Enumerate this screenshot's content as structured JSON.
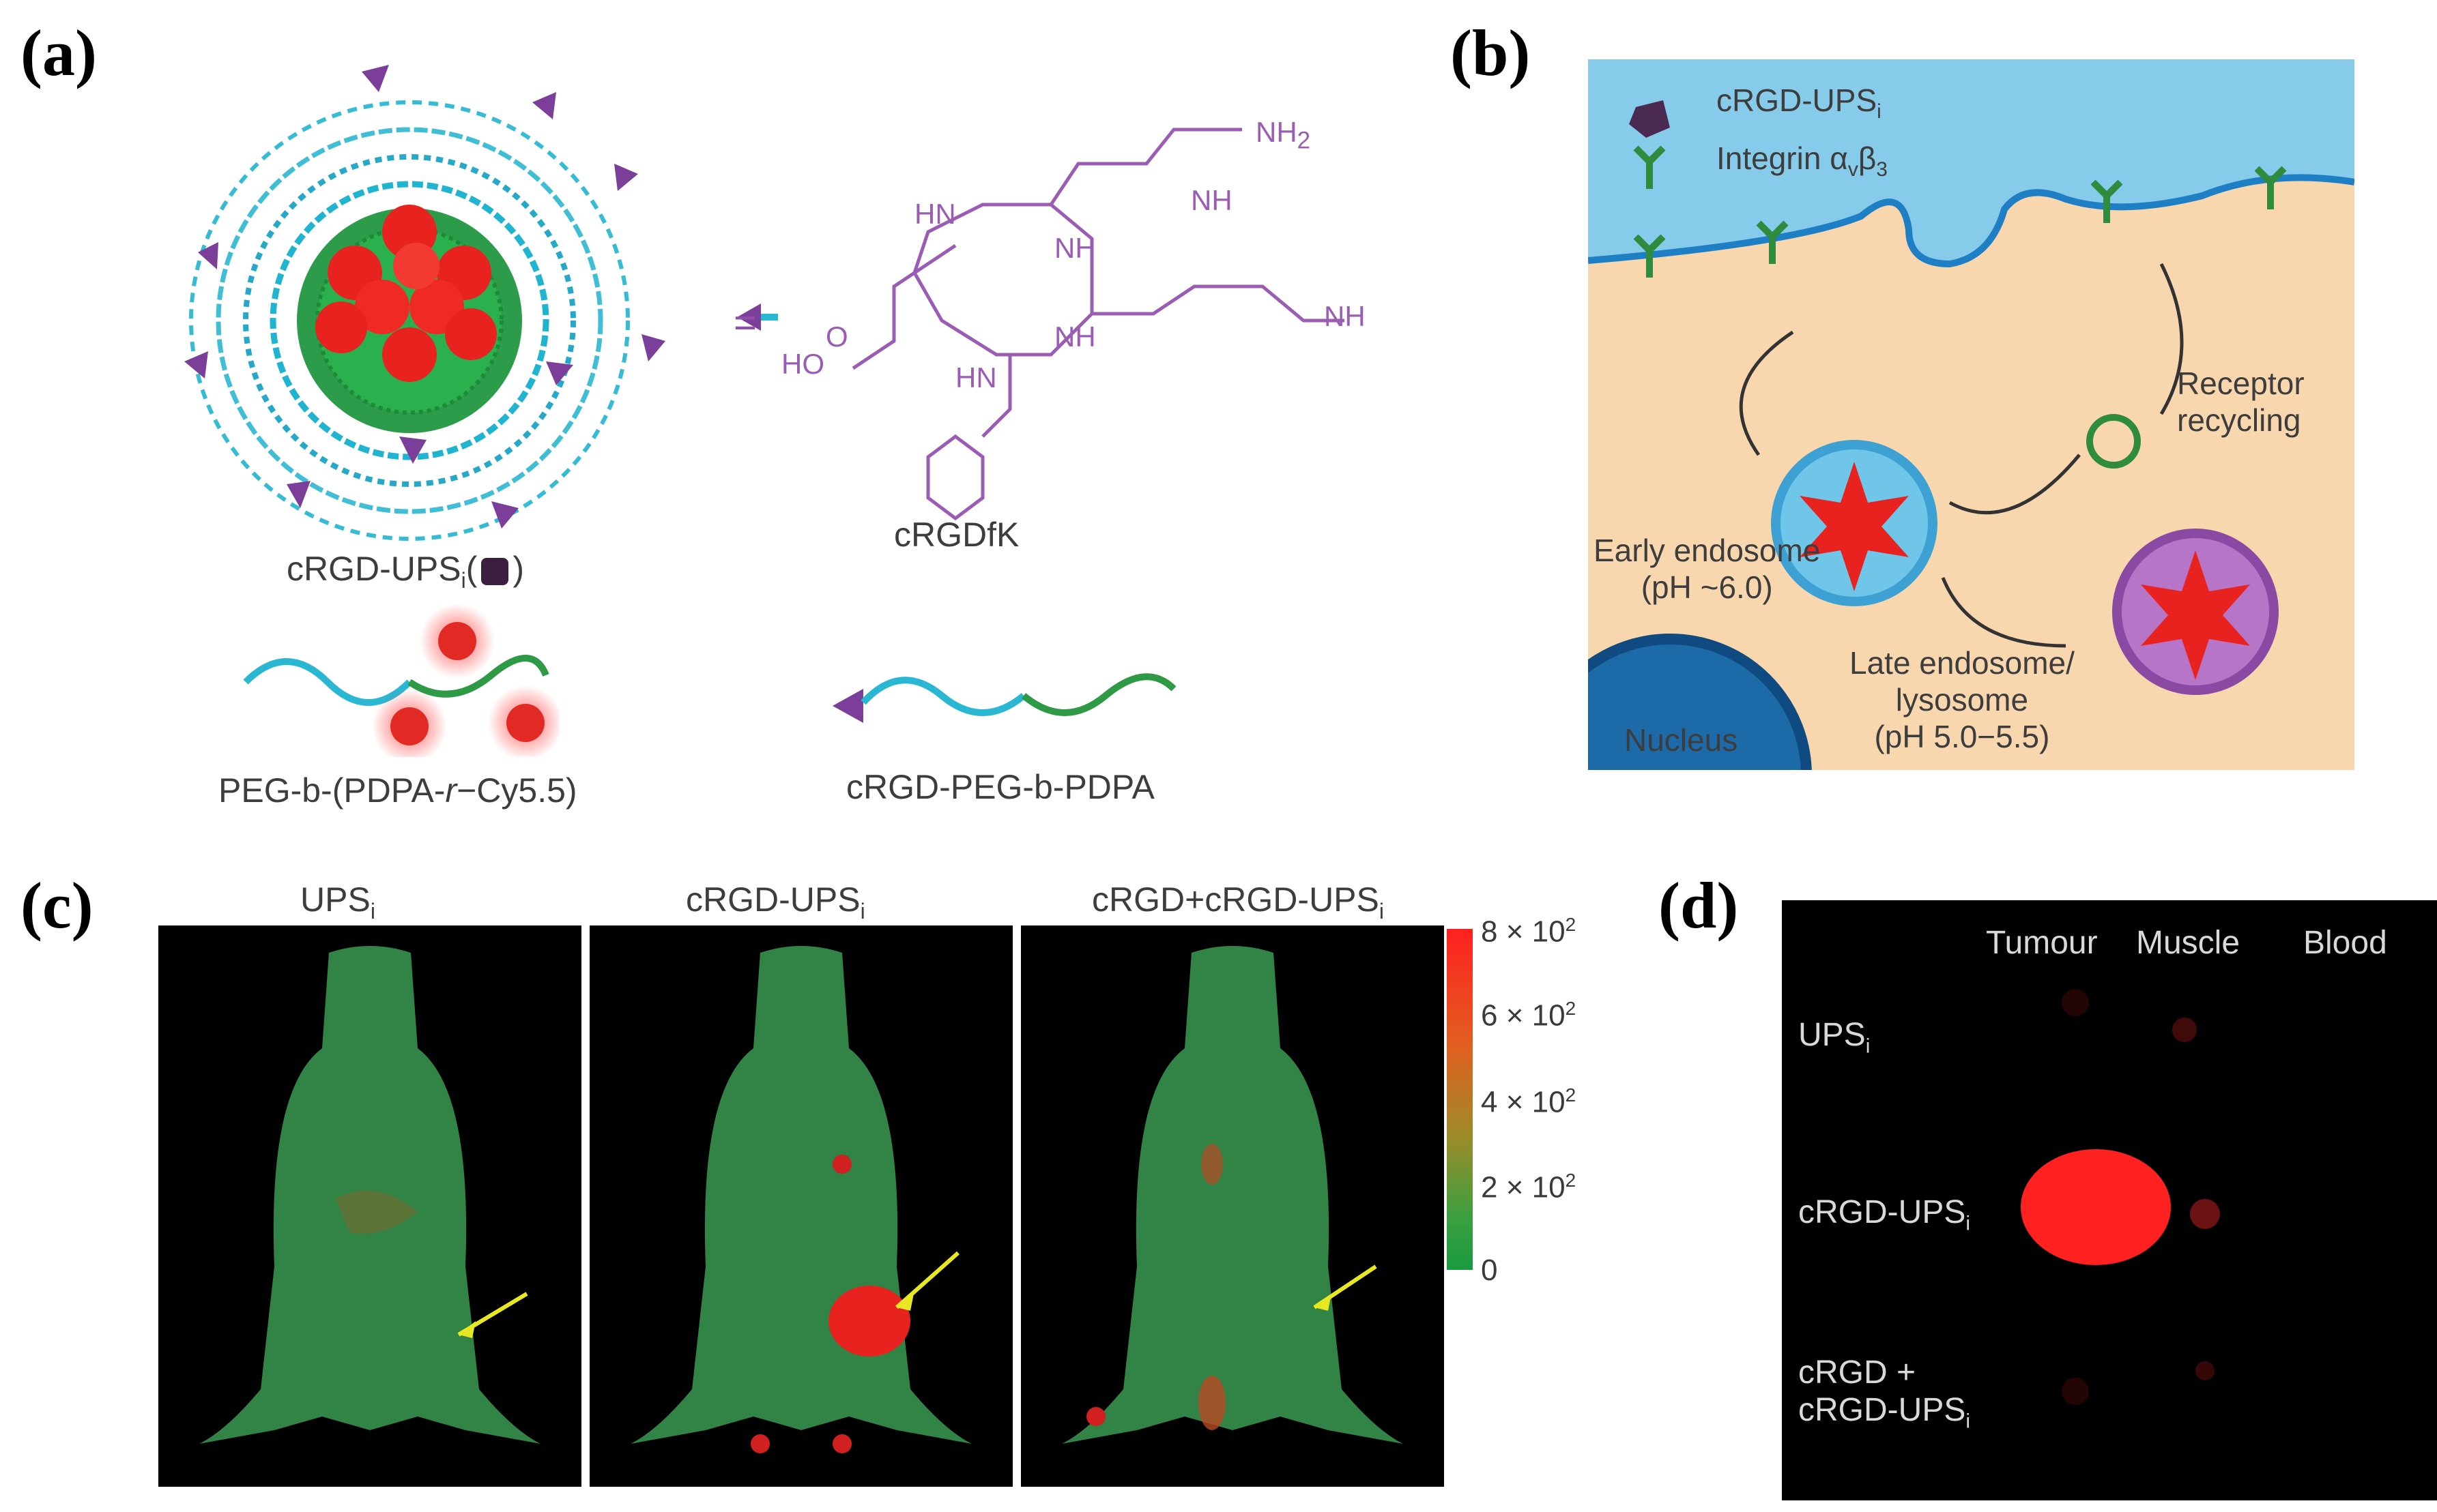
{
  "panel_letters": {
    "a": "(a)",
    "b": "(b)",
    "c": "(c)",
    "d": "(d)"
  },
  "panel_a": {
    "micelle_label": "cRGD-UPS",
    "micelle_label_sub": "i",
    "micelle_label_paren_open": "(",
    "micelle_label_paren_close": ")",
    "equals": "=",
    "peptide_name": "cRGDfK",
    "polymer1_label": "PEG-b-(PDPA-",
    "polymer1_italic": "r",
    "polymer1_label_end": "−Cy5.5)",
    "polymer2_label": "cRGD-PEG-b-PDPA",
    "chem_labels": {
      "nh2": "NH",
      "nh2_sub": "2",
      "nh": "NH",
      "hn1": "HN",
      "n_h": "N",
      "h": "H",
      "o": "O",
      "ho": "HO",
      "n_h2": "N",
      "h2": "H",
      "hn2": "HN",
      "n_h3": "N",
      "h3": "H"
    }
  },
  "panel_b": {
    "legend_item1": "cRGD-UPS",
    "legend_item1_sub": "i",
    "legend_item2": "Integrin α",
    "legend_item2_sub1": "v",
    "legend_item2_mid": "β",
    "legend_item2_sub2": "3",
    "receptor_recycling_1": "Receptor",
    "receptor_recycling_2": "recycling",
    "early_endosome_1": "Early endosome",
    "early_endosome_2": "(pH ~6.0)",
    "late_endosome_1": "Late endosome/",
    "late_endosome_2": "lysosome",
    "late_endosome_3": "(pH 5.0−5.5)",
    "nucleus": "Nucleus",
    "colors": {
      "cytoplasm": "#f9d7ae",
      "extracellular": "#86cbe9",
      "membrane": "#1f7fc4",
      "nucleus": "#1d6aa8",
      "integrin": "#2f8b3e"
    }
  },
  "panel_c": {
    "titles": [
      {
        "main": "UPS",
        "sub": "i"
      },
      {
        "main": "cRGD-UPS",
        "sub": "i"
      },
      {
        "main": "cRGD+cRGD-UPS",
        "sub": "i"
      }
    ],
    "colorbar": {
      "ticks": [
        "8 × 10",
        "6 × 10",
        "4 × 10",
        "2 × 10",
        "0"
      ],
      "tick_exp": "2",
      "colors": [
        "#ff2020",
        "#e06020",
        "#a08a28",
        "#3aa040",
        "#1a9a40"
      ]
    }
  },
  "panel_d": {
    "columns": [
      "Tumour",
      "Muscle",
      "Blood"
    ],
    "rows": [
      {
        "main": "UPS",
        "sub": "i"
      },
      {
        "main": "cRGD-UPS",
        "sub": "i"
      },
      {
        "line1": "cRGD +",
        "main": "cRGD-UPS",
        "sub": "i"
      }
    ]
  }
}
